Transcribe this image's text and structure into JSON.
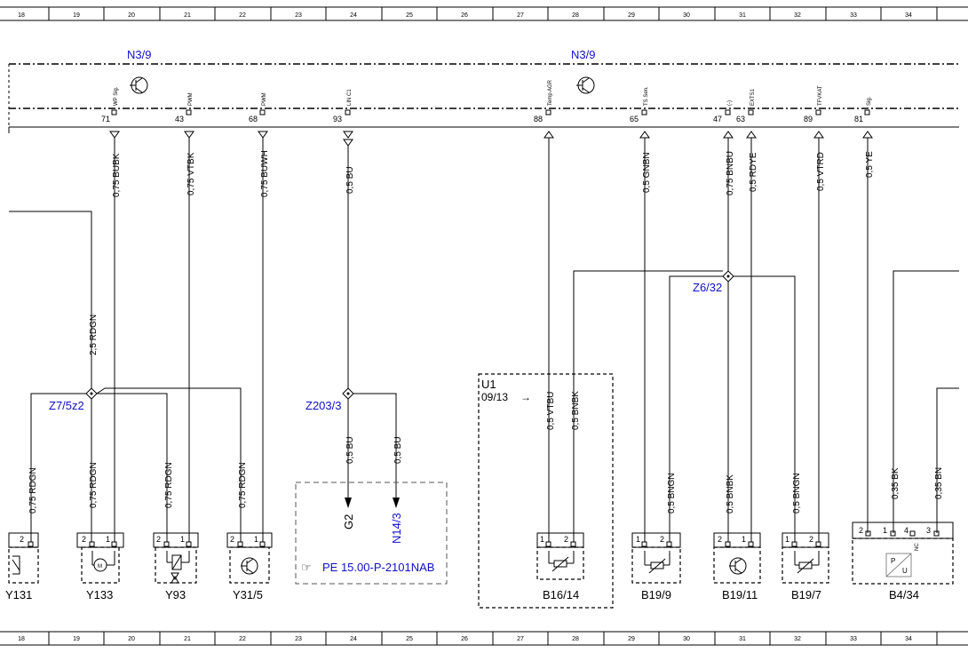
{
  "ruler": [
    "18",
    "19",
    "20",
    "21",
    "22",
    "23",
    "24",
    "25",
    "26",
    "27",
    "28",
    "29",
    "30",
    "31",
    "32",
    "33",
    "34"
  ],
  "module": {
    "left_label": "N3/9",
    "right_label": "N3/9",
    "pins": [
      {
        "num": "71",
        "name": "WP Sig."
      },
      {
        "num": "43",
        "name": "PWM"
      },
      {
        "num": "68",
        "name": "PWM"
      },
      {
        "num": "93",
        "name": "LIN C1"
      },
      {
        "num": "88",
        "name": "Temp AGR"
      },
      {
        "num": "65",
        "name": "TS Sen."
      },
      {
        "num": "47",
        "name": "(-)"
      },
      {
        "num": "63",
        "name": "EXTS1"
      },
      {
        "num": "89",
        "name": "TFVKAT"
      },
      {
        "num": "81",
        "name": "Sig."
      }
    ]
  },
  "wires": {
    "w71": "0,75 BUBK",
    "w43": "0,75 VTBK",
    "w68": "0,75 BUWH",
    "w93": "0,5 BU",
    "w65": "0,5 GNBN",
    "w47": "0,75 BNBU",
    "w63": "0,5 RDYE",
    "w89": "0,5 VTRD",
    "w81": "0,5 YE",
    "rdgn_main": "2,5 RDGN",
    "y131": "0,75 RDGN",
    "y133": "0,75 RDGN",
    "y93": "0,75 RDGN",
    "y315": "0,75 RDGN",
    "g2": "0,5 BU",
    "n143": "0,5 BU",
    "b1614_a": "0,5 VTBU",
    "b1614_b": "0,5 BNBK",
    "b199": "0,5 BNGN",
    "b1911": "0,5 BNBK",
    "b197": "0,5 BNGN",
    "b434_a": "0,35 BK",
    "b434_b": "0,35 BN"
  },
  "junctions": {
    "z75": "Z7/5z2",
    "z2033": "Z203/3",
    "z632": "Z6/32"
  },
  "u1": {
    "label": "U1",
    "sub": "09/13",
    "arrow": "→"
  },
  "refs": {
    "g2": "G2",
    "n143": "N14/3",
    "pe_icon": "☞",
    "pe": "PE 15.00-P-2101NAB"
  },
  "components": {
    "y131": "Y131",
    "y133": "Y133",
    "y93": "Y93",
    "y315": "Y31/5",
    "b1614": "B16/14",
    "b199": "B19/9",
    "b1911": "B19/11",
    "b197": "B19/7",
    "b434": "B4/34"
  },
  "pin_labels": {
    "one": "1",
    "two": "2",
    "three": "3",
    "four": "4",
    "nc": "NC",
    "p": "P",
    "u": "U",
    "m": "M"
  }
}
